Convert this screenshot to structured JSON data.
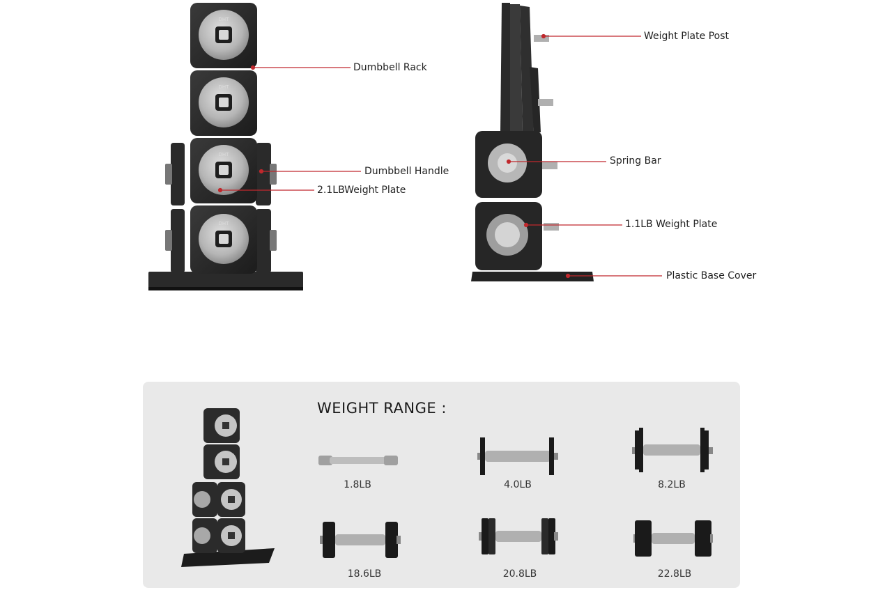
{
  "callouts": {
    "dumbbell_rack": "Dumbbell Rack",
    "dumbbell_handle": "Dumbbell Handle",
    "weight_plate_2_1": "2.1LBWeight Plate",
    "weight_plate_post": "Weight Plate Post",
    "spring_bar": "Spring Bar",
    "weight_plate_1_1": "1.1LB Weight Plate",
    "plastic_base_cover": "Plastic Base Cover"
  },
  "brand": "DHT",
  "weight_range": {
    "title": "WEIGHT RANGE :",
    "items": [
      {
        "label": "1.8LB"
      },
      {
        "label": "4.0LB"
      },
      {
        "label": "8.2LB"
      },
      {
        "label": "18.6LB"
      },
      {
        "label": "20.8LB"
      },
      {
        "label": "22.8LB"
      }
    ]
  },
  "colors": {
    "leader_line": "#c0282d",
    "cube": "#2b2b2b",
    "plate_face": "#b9b9b9",
    "panel": "#e9e9e9"
  }
}
